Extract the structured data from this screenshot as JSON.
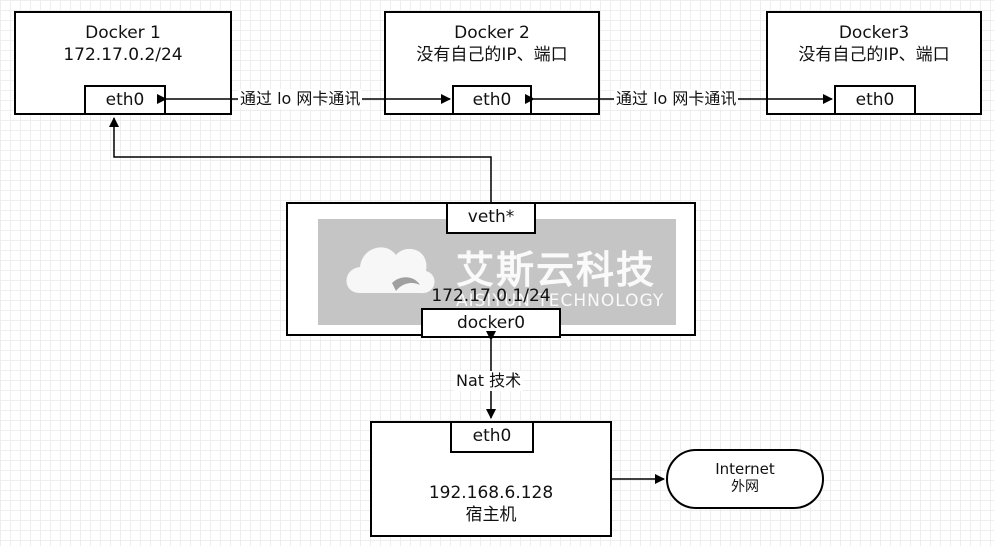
{
  "docker1": {
    "name": "Docker 1",
    "ip": "172.17.0.2/24",
    "port": "eth0"
  },
  "docker2": {
    "name": "Docker 2",
    "ip": "没有自己的IP、端口",
    "port": "eth0"
  },
  "docker3": {
    "name": "Docker3",
    "ip": "没有自己的IP、端口",
    "port": "eth0"
  },
  "links": {
    "d1_d2": "通过 lo 网卡通讯",
    "d2_d3": "通过 lo 网卡通讯",
    "nat": "Nat 技术"
  },
  "bridge": {
    "top_port": "veth*",
    "ip": "172.17.0.1/24",
    "bottom_port": "docker0"
  },
  "host": {
    "port": "eth0",
    "ip": "192.168.6.128",
    "name": "宿主机"
  },
  "internet": {
    "title": "Internet",
    "subtitle": "外网"
  },
  "watermark": {
    "title": "艾斯云科技",
    "subtitle": "AISIYUN TECHNOLOGY"
  }
}
